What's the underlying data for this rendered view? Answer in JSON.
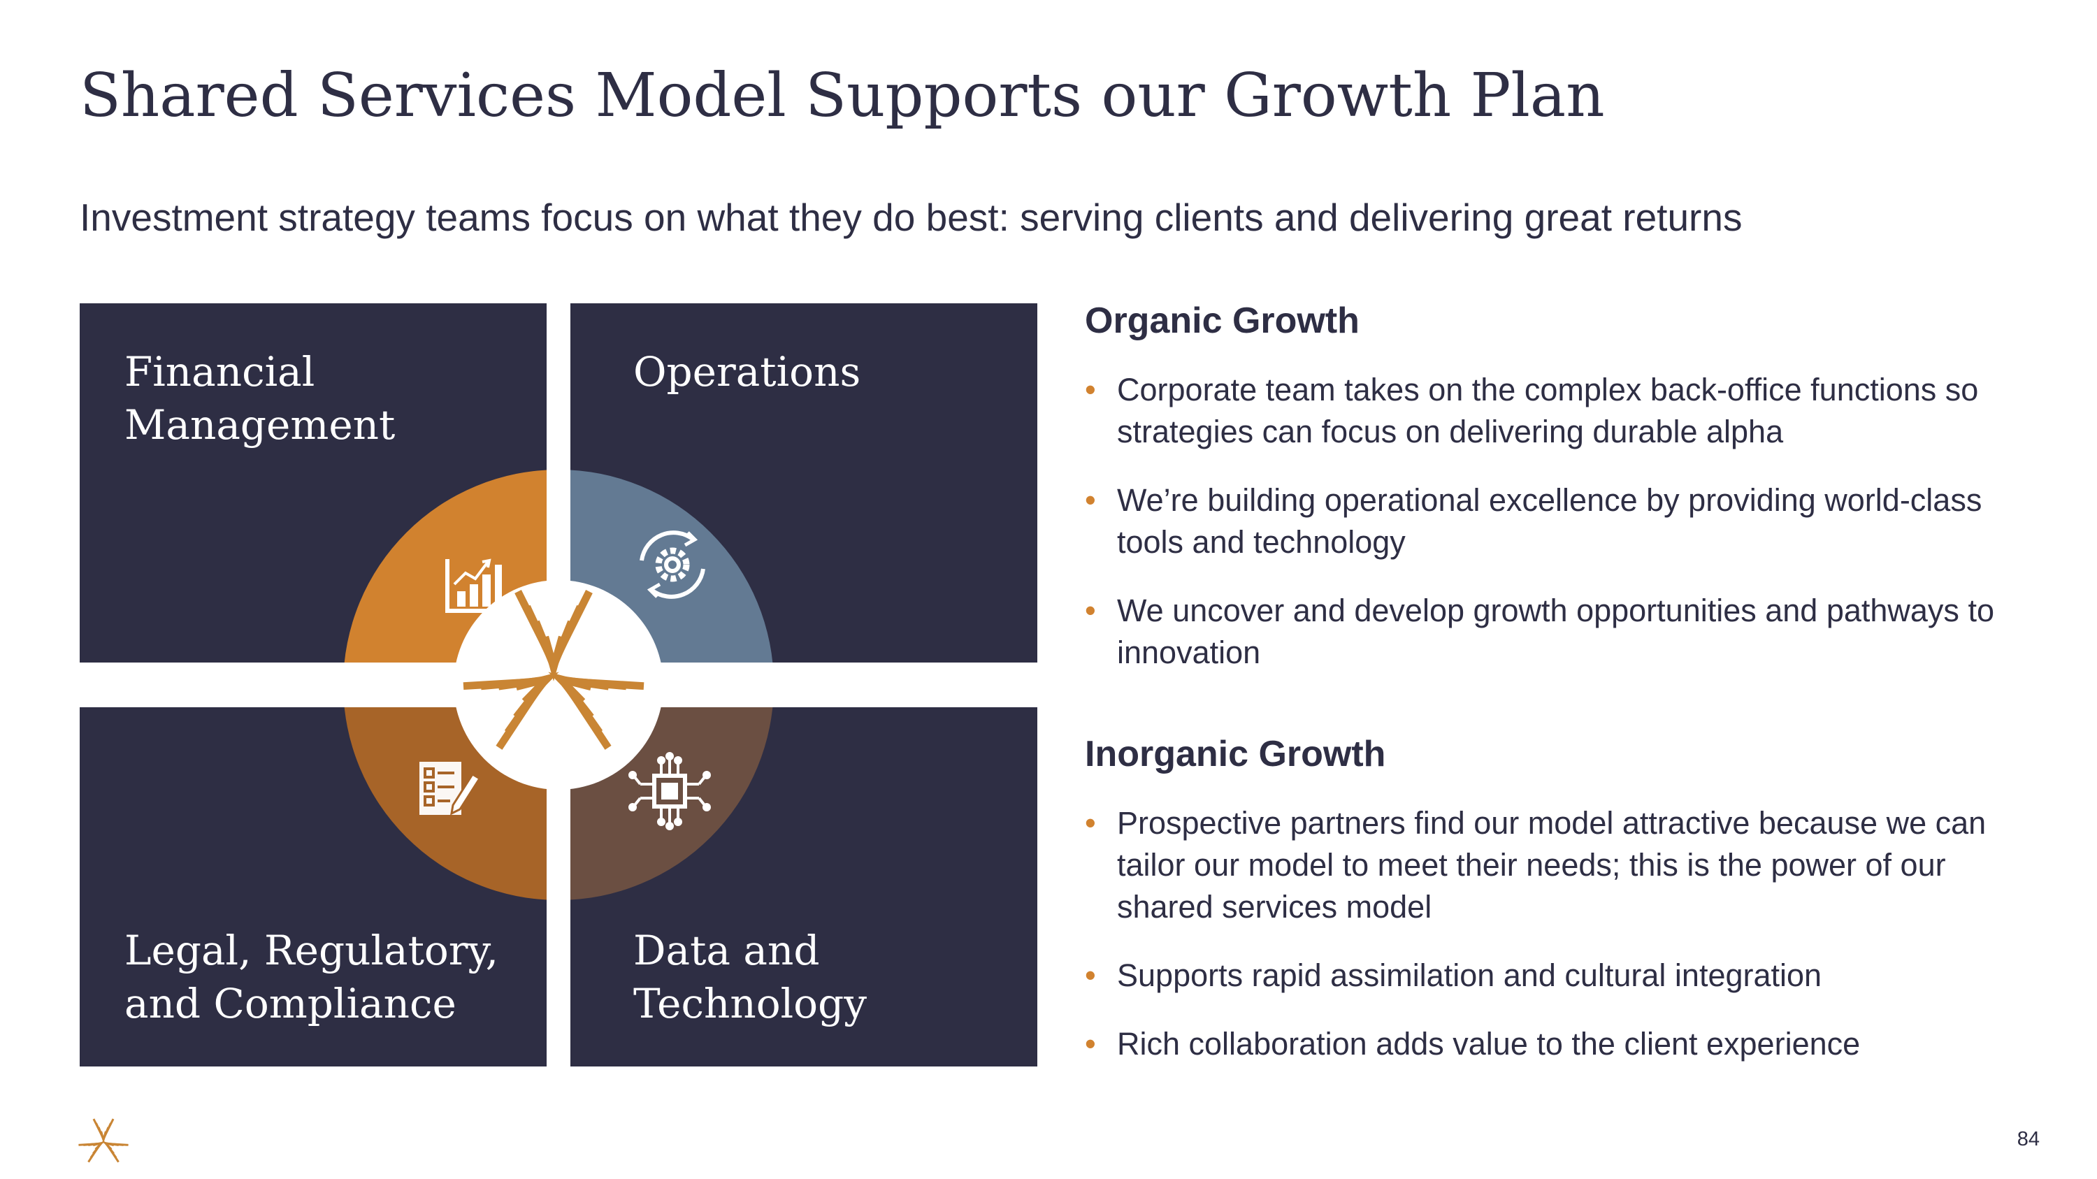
{
  "slide": {
    "title": "Shared Services Model Supports our Growth Plan",
    "subtitle": "Investment strategy teams focus on what they do best: serving clients and delivering great returns",
    "page_number": "84"
  },
  "diagram": {
    "quadrants": [
      {
        "label": "Financial\nManagement",
        "icon": "bar-chart-icon",
        "color": "#d1822f"
      },
      {
        "label": "Operations",
        "icon": "gear-cycle-icon",
        "color": "#637a93"
      },
      {
        "label": "Legal, Regulatory,\nand Compliance",
        "icon": "checklist-pen-icon",
        "color": "#a76428"
      },
      {
        "label": "Data and\nTechnology",
        "icon": "circuit-chip-icon",
        "color": "#6b4f42"
      }
    ],
    "tile_color": "#2e2e44",
    "center_logo": "starburst-logo-icon",
    "logo_color": "#c98534"
  },
  "organic": {
    "heading": "Organic Growth",
    "bullets": [
      "Corporate team takes on the complex back-office functions so strategies can focus on delivering durable alpha",
      "We’re building operational excellence by providing world-class tools and technology",
      "We uncover and develop growth opportunities and pathways to innovation"
    ]
  },
  "inorganic": {
    "heading": "Inorganic Growth",
    "bullets": [
      "Prospective partners find our model attractive because we can tailor our model to meet their needs; this is the power of our shared services model",
      "Supports rapid assimilation and cultural integration",
      "Rich collaboration adds value to the client experience"
    ]
  },
  "bullet_glyph": "•",
  "accent_color": "#d1822f"
}
